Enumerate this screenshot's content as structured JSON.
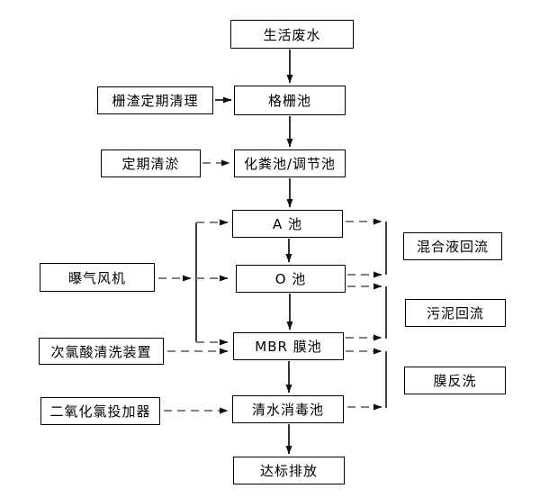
{
  "diagram": {
    "kind": "wastewater-treatment-process-flowchart",
    "nodes": {
      "main": [
        {
          "label": "生活废水"
        },
        {
          "label": "格栅池"
        },
        {
          "label": "化粪池/调节池"
        },
        {
          "label": "A 池"
        },
        {
          "label": "O 池"
        },
        {
          "label": "MBR 膜池"
        },
        {
          "label": "清水消毒池"
        },
        {
          "label": "达标排放"
        }
      ],
      "left": [
        {
          "label": "栅渣定期清理"
        },
        {
          "label": "定期清淤"
        },
        {
          "label": "曝气风机"
        },
        {
          "label": "次氯酸清洗装置"
        },
        {
          "label": "二氧化氯投加器"
        }
      ],
      "right": [
        {
          "label": "混合液回流"
        },
        {
          "label": "污泥回流"
        },
        {
          "label": "膜反洗"
        }
      ]
    },
    "connections": [
      {
        "from": "生活废水",
        "to": "格栅池",
        "style": "solid"
      },
      {
        "from": "格栅池",
        "to": "化粪池/调节池",
        "style": "solid"
      },
      {
        "from": "化粪池/调节池",
        "to": "A 池",
        "style": "solid"
      },
      {
        "from": "A 池",
        "to": "O 池",
        "style": "solid"
      },
      {
        "from": "O 池",
        "to": "MBR 膜池",
        "style": "solid"
      },
      {
        "from": "MBR 膜池",
        "to": "清水消毒池",
        "style": "solid"
      },
      {
        "from": "清水消毒池",
        "to": "达标排放",
        "style": "solid"
      },
      {
        "from": "栅渣定期清理",
        "to": "格栅池",
        "style": "solid"
      },
      {
        "from": "定期清淤",
        "to": "化粪池/调节池",
        "style": "dashed"
      },
      {
        "from": "曝气风机",
        "to": "A 池",
        "style": "dashed"
      },
      {
        "from": "曝气风机",
        "to": "O 池",
        "style": "dashed"
      },
      {
        "from": "曝气风机",
        "to": "MBR 膜池",
        "style": "dashed"
      },
      {
        "from": "次氯酸清洗装置",
        "to": "MBR 膜池",
        "style": "dashed"
      },
      {
        "from": "二氧化氯投加器",
        "to": "清水消毒池",
        "style": "dashed"
      },
      {
        "from": "A 池 / O 池",
        "to": "混合液回流",
        "style": "dashed"
      },
      {
        "from": "O 池 / MBR 膜池",
        "to": "污泥回流",
        "style": "dashed"
      },
      {
        "from": "MBR 膜池 / 清水消毒池",
        "to": "膜反洗",
        "style": "dashed"
      }
    ],
    "colors": {
      "background": "#ffffff",
      "box_border": "#000000",
      "box_fill": "#ffffff",
      "text": "#000000",
      "solid_arrow": "#333333",
      "dashed_line": "#808080",
      "arrowhead": "#111111",
      "junction_line": "#000000"
    }
  }
}
